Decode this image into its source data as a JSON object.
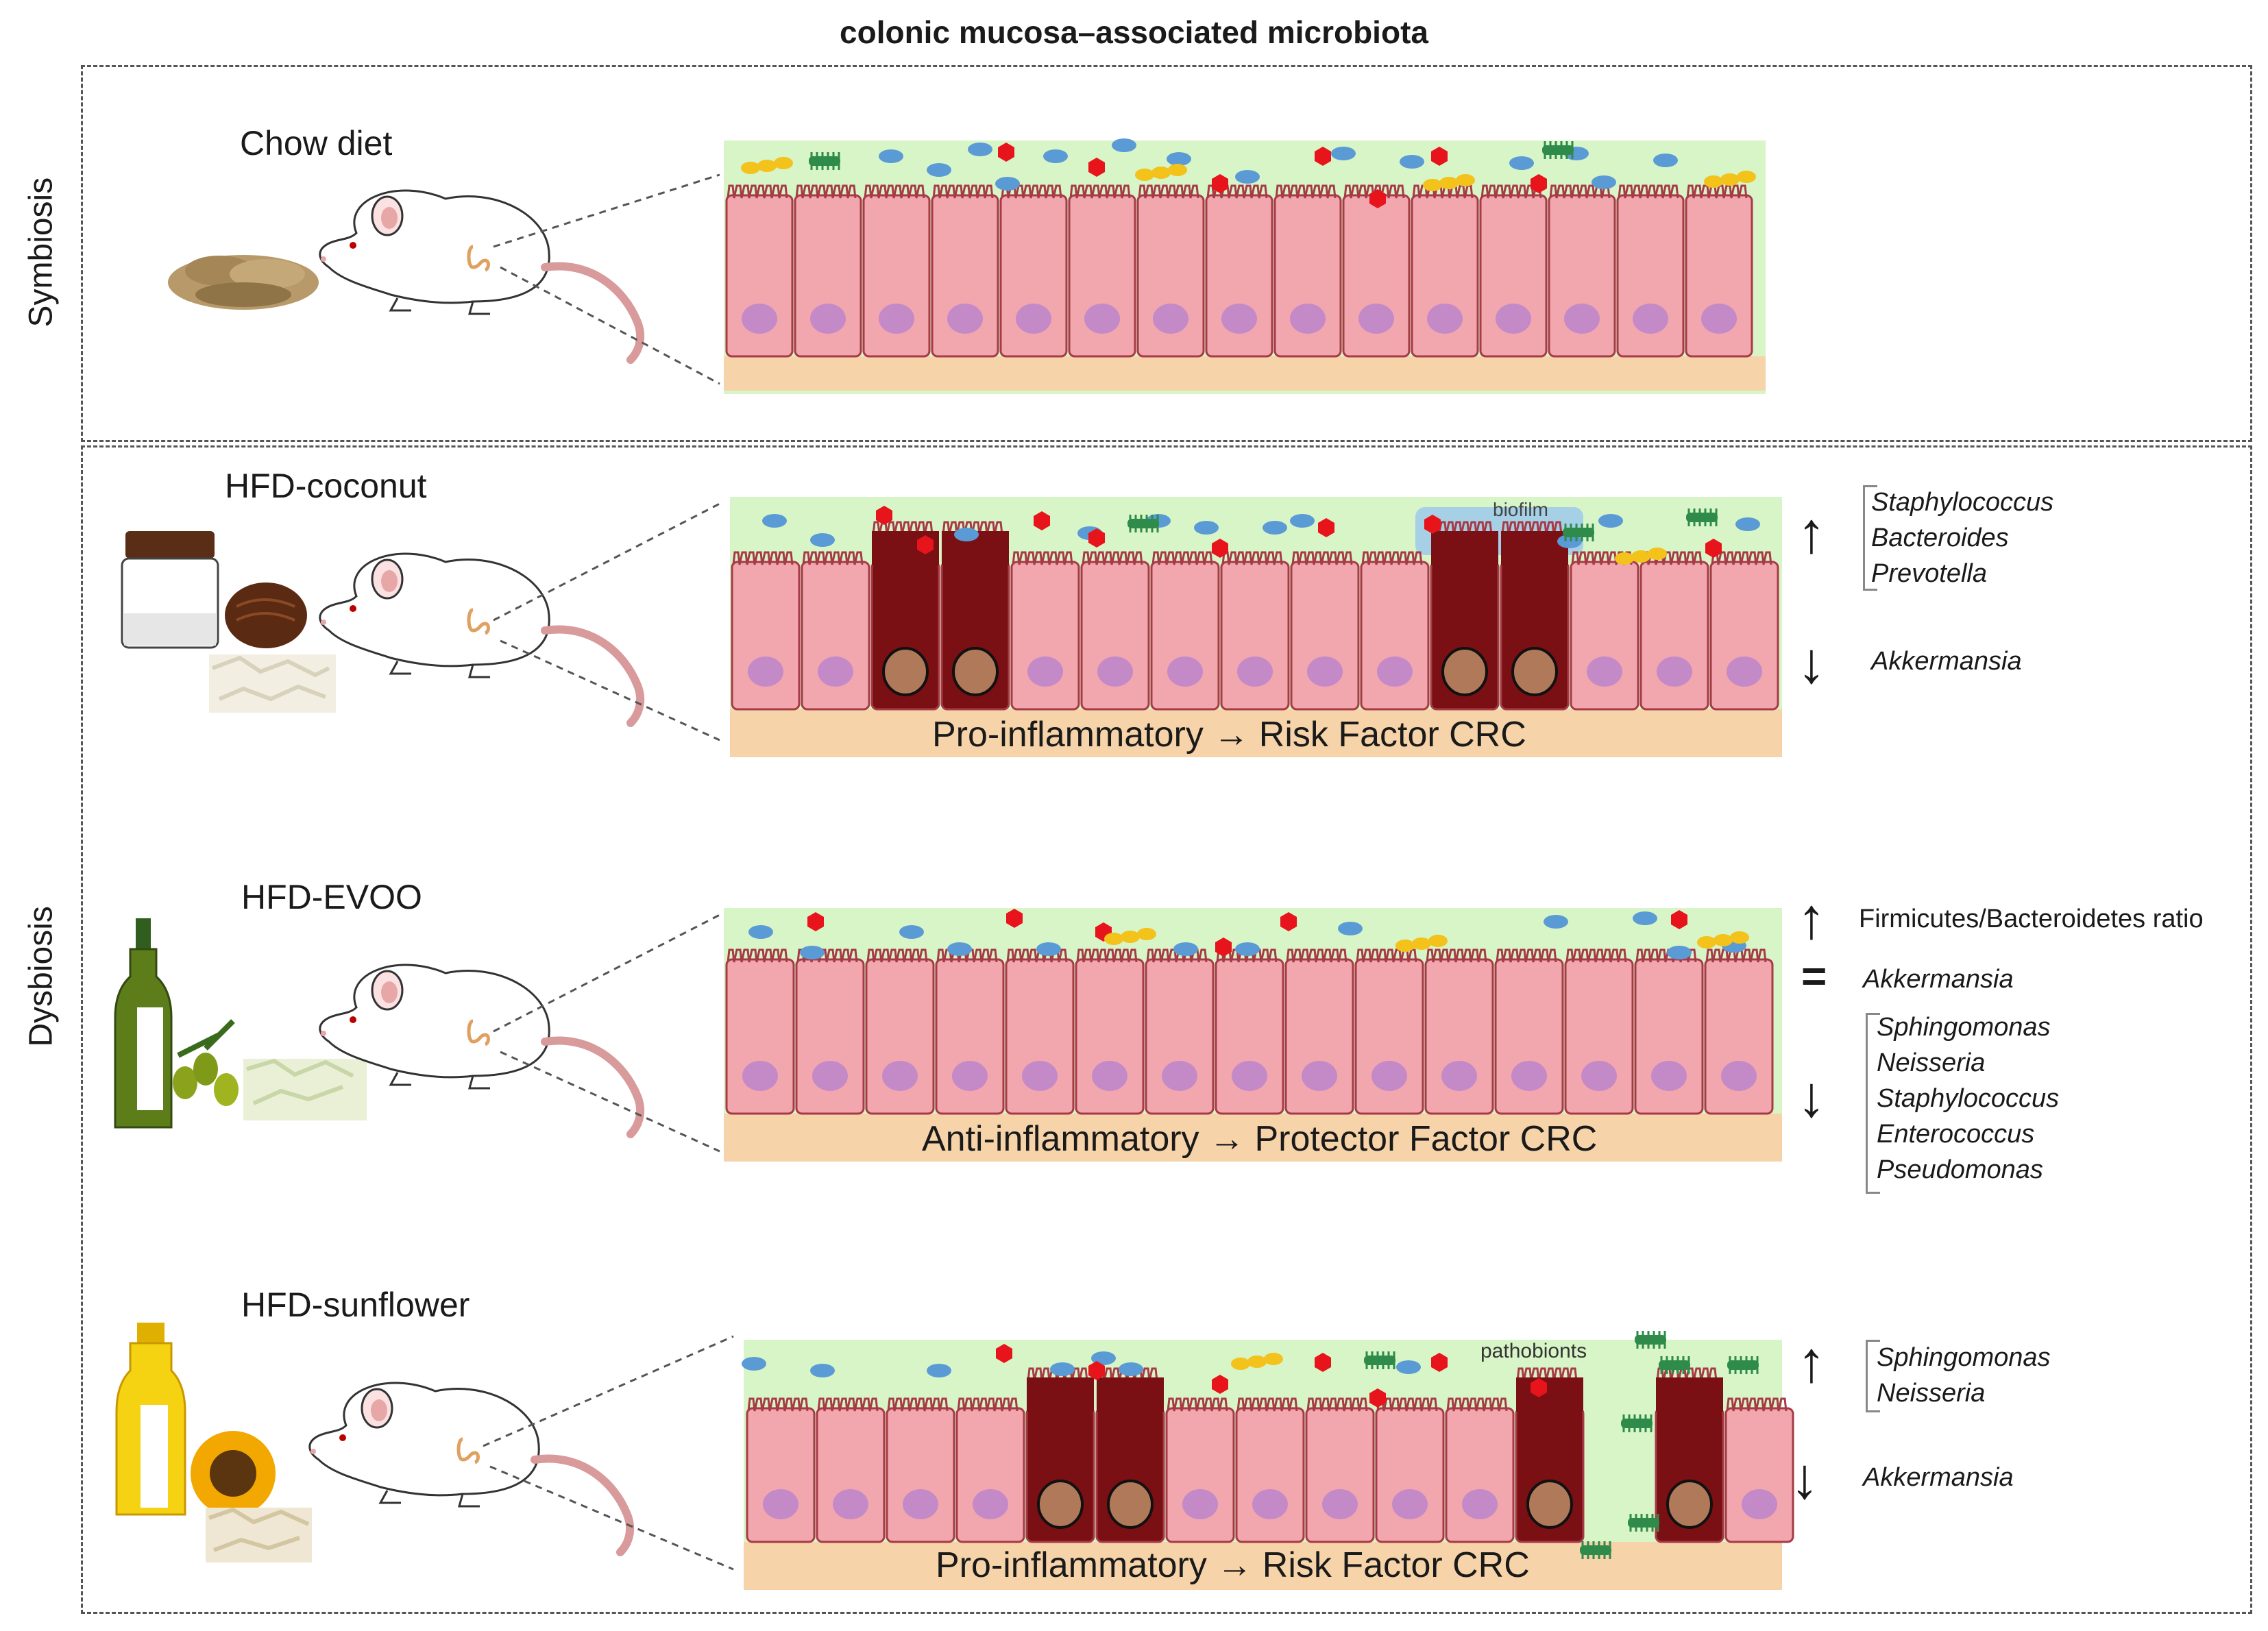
{
  "title": "colonic mucosa–associated microbiota",
  "side_labels": {
    "symbiosis": "Symbiosis",
    "dysbiosis": "Dysbiosis"
  },
  "panels": {
    "chow": {
      "diet": "Chow diet"
    },
    "coconut": {
      "diet": "HFD-coconut",
      "biofilm": "biofilm",
      "caption": "Pro-inflammatory → Risk Factor CRC",
      "up": [
        "Staphylococcus",
        "Bacteroides",
        "Prevotella"
      ],
      "down": [
        "Akkermansia"
      ]
    },
    "evoo": {
      "diet": "HFD-EVOO",
      "caption": "Anti-inflammatory → Protector Factor CRC",
      "up": [
        "Firmicutes/Bacteroidetes ratio"
      ],
      "equal": [
        "Akkermansia"
      ],
      "down": [
        "Sphingomonas",
        "Neisseria",
        "Staphylococcus",
        "Enterococcus",
        "Pseudomonas"
      ]
    },
    "sunflower": {
      "diet": "HFD-sunflower",
      "pathobionts": "pathobionts",
      "caption": "Pro-inflammatory → Risk Factor CRC",
      "up": [
        "Sphingomonas",
        "Neisseria"
      ],
      "down": [
        "Akkermansia"
      ]
    }
  },
  "symbols": {
    "up": "↑",
    "down": "↓",
    "equal": "="
  },
  "colors": {
    "lumen": "#d8f5c8",
    "cell": "#f2a6ad",
    "cell_border": "#a63a47",
    "nucleus": "#c48ac8",
    "tumor_cell": "#7a0f14",
    "tumor_nucleus": "#b07a5a",
    "lamina": "#f6d3a8",
    "bacteria_blue": "#5b9bd5",
    "bacteria_red": "#e8141b",
    "bacteria_yellow": "#f3c21b",
    "bacteria_orange": "#f08a3a",
    "bacteria_green": "#2e8b4a",
    "biofilm": "#9ec9ea"
  }
}
